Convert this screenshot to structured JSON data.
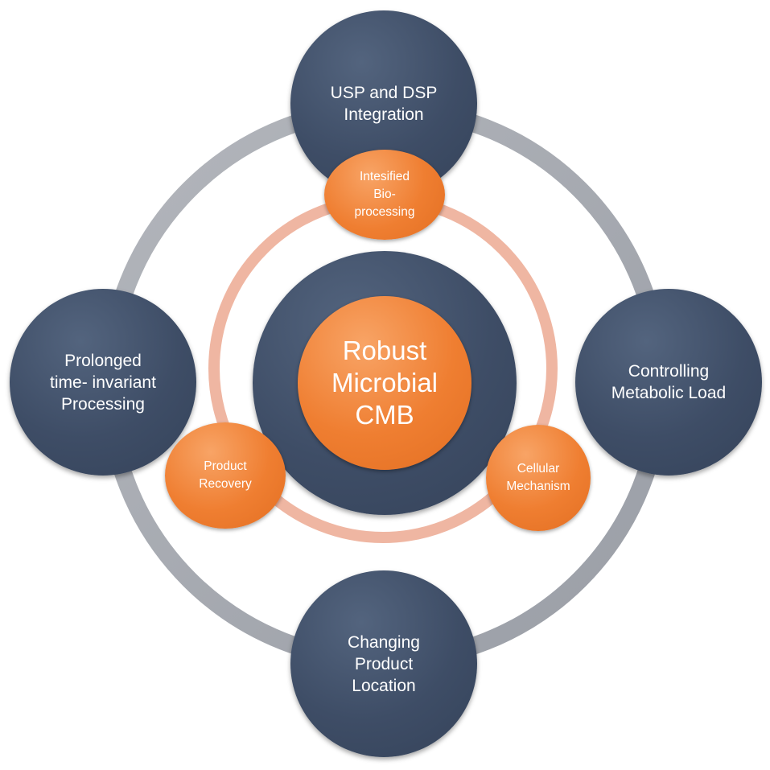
{
  "colors": {
    "outer_ring": "#a5a9b0",
    "inner_ring": "#efb6a2",
    "navy": "#3e4d66",
    "orange": "#ef7e31",
    "text": "#ffffff"
  },
  "center": {
    "label": "Robust\nMicrobial\nCMB"
  },
  "outer_nodes": {
    "top": "USP and DSP\nIntegration",
    "left": "Prolonged\ntime- invariant\nProcessing",
    "right": "Controlling\nMetabolic Load",
    "bottom": "Changing\nProduct\nLocation"
  },
  "inner_nodes": {
    "top": "Intesified\nBio-\nprocessing",
    "left": "Product\nRecovery",
    "right": "Cellular\nMechanism"
  }
}
